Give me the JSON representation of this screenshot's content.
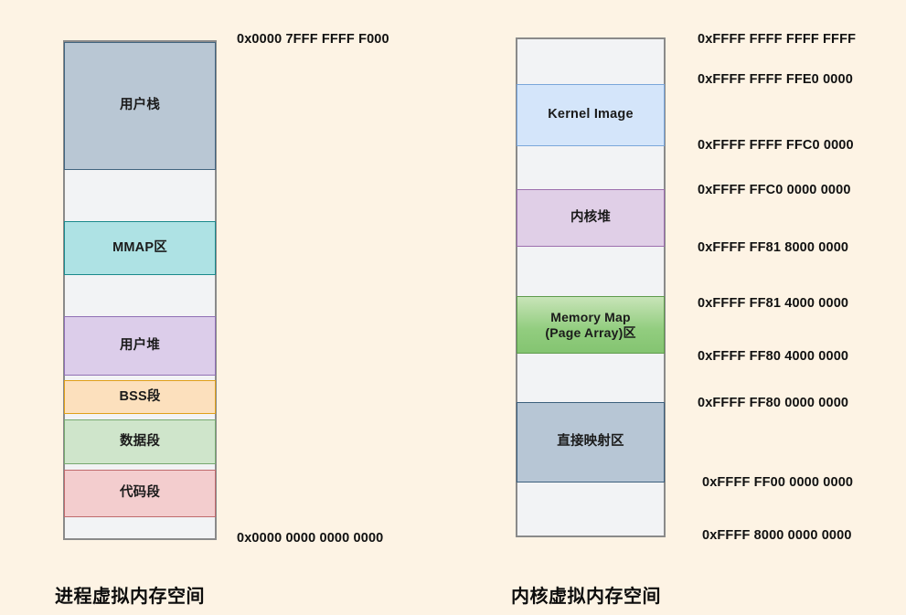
{
  "background_color": "#FDF3E4",
  "diagram": {
    "left_column": {
      "caption": "进程虚拟内存空间",
      "blocks": [
        {
          "label": "用户栈",
          "color": "#B9C7D4",
          "border": "#41647F"
        },
        {
          "label": "MMAP区",
          "color": "#AEE2E4",
          "border": "#1A8A8C"
        },
        {
          "label": "用户堆",
          "color": "#DCCDEA",
          "border": "#9070B5"
        },
        {
          "label": "BSS段",
          "color": "#FCE0BD",
          "border": "#E0A019"
        },
        {
          "label": "数据段",
          "color": "#CFE5CB",
          "border": "#77A96F"
        },
        {
          "label": "代码段",
          "color": "#F3CDCE",
          "border": "#C06A6C"
        }
      ],
      "addresses": [
        {
          "value": "0x0000 7FFF FFFF F000"
        },
        {
          "value": "0x0000 0000 0000 0000"
        }
      ]
    },
    "right_column": {
      "caption": "内核虚拟内存空间",
      "blocks": [
        {
          "label": "Kernel Image",
          "color": "#D4E5FA",
          "border": "#7AA6DA"
        },
        {
          "label": "内核堆",
          "color": "#E0CFE7",
          "border": "#9D6FAE"
        },
        {
          "label": "Memory Map\n(Page Array)区",
          "line1": "Memory Map",
          "line2": "(Page Array)区",
          "color": "#92CD7F",
          "border": "#5F9B4C"
        },
        {
          "label": "直接映射区",
          "color": "#B7C6D5",
          "border": "#3C5F7C"
        }
      ],
      "addresses": [
        {
          "value": "0xFFFF FFFF FFFF FFFF"
        },
        {
          "value": "0xFFFF FFFF FFE0 0000"
        },
        {
          "value": "0xFFFF FFFF FFC0 0000"
        },
        {
          "value": "0xFFFF FFC0 0000 0000"
        },
        {
          "value": "0xFFFF FF81 8000 0000"
        },
        {
          "value": "0xFFFF FF81 4000 0000"
        },
        {
          "value": "0xFFFF FF80 4000 0000"
        },
        {
          "value": "0xFFFF FF80 0000 0000"
        },
        {
          "value": "0xFFFF FF00 0000 0000"
        },
        {
          "value": "0xFFFF 8000 0000 0000"
        }
      ]
    }
  }
}
